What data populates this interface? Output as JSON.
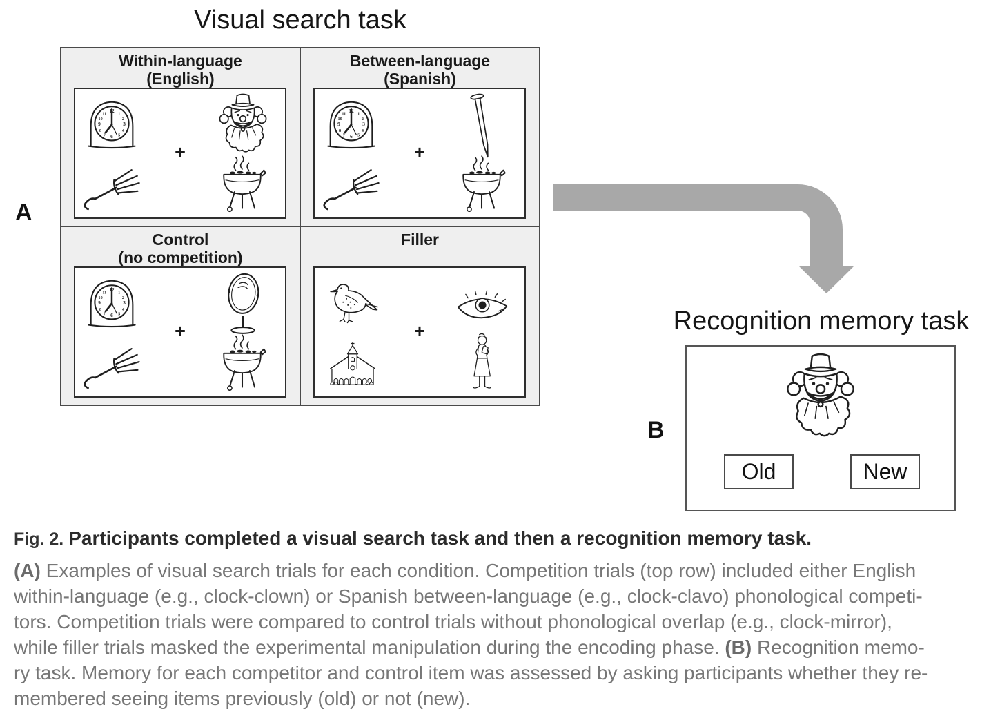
{
  "figure": {
    "panel_a": {
      "label": "A",
      "title": "Visual search task",
      "quadrants": [
        {
          "id": "within-language",
          "line1": "Within-language",
          "line2": "(English)",
          "items": [
            "clock",
            "clown",
            "fork",
            "grill"
          ],
          "fixation": "+"
        },
        {
          "id": "between-language",
          "line1": "Between-language",
          "line2": "(Spanish)",
          "items": [
            "clock",
            "nail",
            "fork",
            "grill"
          ],
          "fixation": "+"
        },
        {
          "id": "control",
          "line1": "Control",
          "line2": "(no competition)",
          "items": [
            "clock",
            "mirror",
            "fork",
            "grill"
          ],
          "fixation": "+"
        },
        {
          "id": "filler",
          "line1": "",
          "line2": "Filler",
          "items": [
            "bird",
            "eye",
            "church",
            "woman"
          ],
          "fixation": "+"
        }
      ]
    },
    "panel_b": {
      "label": "B",
      "title": "Recognition memory task",
      "stimulus": "clown",
      "buttons": {
        "old": "Old",
        "new": "New"
      }
    },
    "colors": {
      "arrow": "#a8a8a8",
      "quadrant_bg": "#efefef",
      "caption_body": "#777777"
    }
  },
  "caption": {
    "fig_label": "Fig. 2.",
    "heading": "Participants completed a visual search task and then a recognition memory task.",
    "body": {
      "l1_bold": "(A)",
      "l1": " Examples of visual search trials for each condition. Competition trials (top row) included either English",
      "l2": "within-language (e.g., clock-clown) or Spanish between-language (e.g., clock-clavo) phonological competi-",
      "l3": "tors. Competition trials were compared to control trials without phonological overlap (e.g., clock-mirror),",
      "l4a": "while filler trials masked the experimental manipulation during the encoding phase. ",
      "l4_bold": "(B)",
      "l4b": " Recognition memo-",
      "l5": "ry task. Memory for each competitor and control item was assessed by asking participants whether they re-",
      "l6": "membered seeing items previously (old) or not (new)."
    }
  }
}
